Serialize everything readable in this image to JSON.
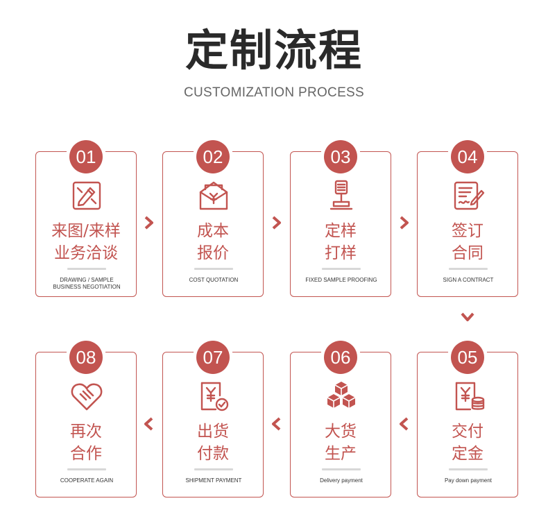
{
  "header": {
    "title": "定制流程",
    "subtitle": "CUSTOMIZATION PROCESS"
  },
  "steps": [
    {
      "num": "01",
      "line1": "来图/来样",
      "line2": "业务洽谈",
      "en1": "DRAWING / SAMPLE",
      "en2": "BUSINESS NEGOTIATION",
      "icon": "drawing-icon"
    },
    {
      "num": "02",
      "line1": "成本",
      "line2": "报价",
      "en1": "COST QUOTATION",
      "en2": "",
      "icon": "quotation-envelope-icon"
    },
    {
      "num": "03",
      "line1": "定样",
      "line2": "打样",
      "en1": "FIXED SAMPLE PROOFING",
      "en2": "",
      "icon": "sample-stamp-icon"
    },
    {
      "num": "04",
      "line1": "签订",
      "line2": "合同",
      "en1": "SIGN A CONTRACT",
      "en2": "",
      "icon": "contract-sign-icon"
    },
    {
      "num": "05",
      "line1": "交付",
      "line2": "定金",
      "en1": "Pay down payment",
      "en2": "",
      "icon": "deposit-coins-icon"
    },
    {
      "num": "06",
      "line1": "大货",
      "line2": "生产",
      "en1": "Delivery payment",
      "en2": "",
      "icon": "boxes-icon"
    },
    {
      "num": "07",
      "line1": "出货",
      "line2": "付款",
      "en1": "SHIPMENT PAYMENT",
      "en2": "",
      "icon": "payment-check-icon"
    },
    {
      "num": "08",
      "line1": "再次",
      "line2": "合作",
      "en1": "COOPERATE AGAIN",
      "en2": "",
      "icon": "handshake-heart-icon"
    }
  ],
  "colors": {
    "accent": "#c25450",
    "title": "#2a2a2a",
    "subtitle": "#666666"
  }
}
